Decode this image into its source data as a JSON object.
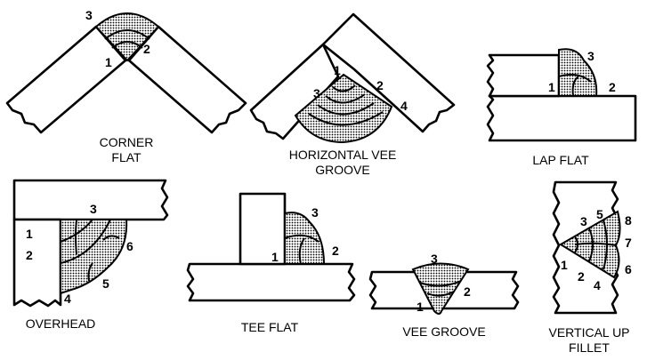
{
  "colors": {
    "ink": "#000000",
    "paper": "#ffffff",
    "weld": "#8c8c8c"
  },
  "diagrams": {
    "corner_flat": {
      "caption_line1": "CORNER",
      "caption_line2": "FLAT",
      "passes": [
        "1",
        "2",
        "3"
      ]
    },
    "horizontal_vee": {
      "caption_line1": "HORIZONTAL VEE",
      "caption_line2": "GROOVE",
      "passes": [
        "1",
        "2",
        "3",
        "4"
      ]
    },
    "lap_flat": {
      "caption": "LAP FLAT",
      "passes": [
        "1",
        "2",
        "3"
      ]
    },
    "overhead": {
      "caption": "OVERHEAD",
      "passes": [
        "1",
        "2",
        "3",
        "4",
        "5",
        "6"
      ]
    },
    "tee_flat": {
      "caption": "TEE FLAT",
      "passes": [
        "1",
        "2",
        "3"
      ]
    },
    "vee_groove": {
      "caption": "VEE GROOVE",
      "passes": [
        "1",
        "2",
        "3"
      ]
    },
    "vertical_up": {
      "caption_line1": "VERTICAL UP",
      "caption_line2": "FILLET",
      "passes": [
        "1",
        "2",
        "3",
        "4",
        "5",
        "6",
        "7",
        "8"
      ]
    }
  }
}
